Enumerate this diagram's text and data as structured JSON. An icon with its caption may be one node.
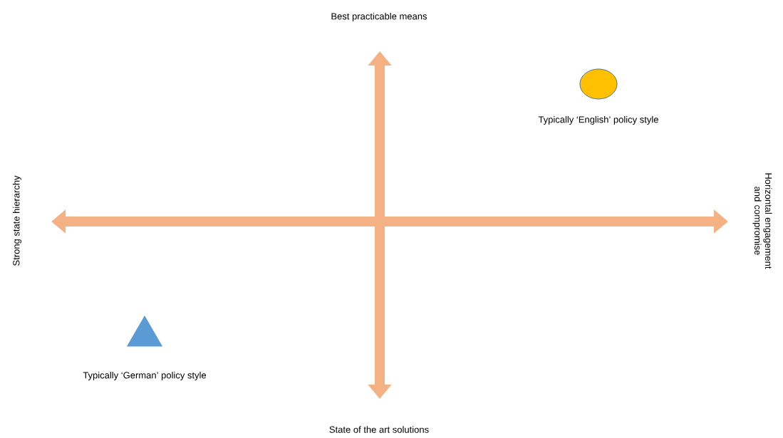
{
  "diagram": {
    "nodes": [
      {
        "text": [],
        "shape": "circle",
        "beside": [
          "Typically ‘English’ policy style"
        ]
      },
      {
        "text": [],
        "shape": "triangle",
        "beside": [
          "Typically ‘German’ policy style"
        ]
      }
    ],
    "labels": [
      "Best practicable means",
      "Strong state hierarchy",
      "Horizontal engagement and compromise",
      "State of the art solutions"
    ]
  }
}
